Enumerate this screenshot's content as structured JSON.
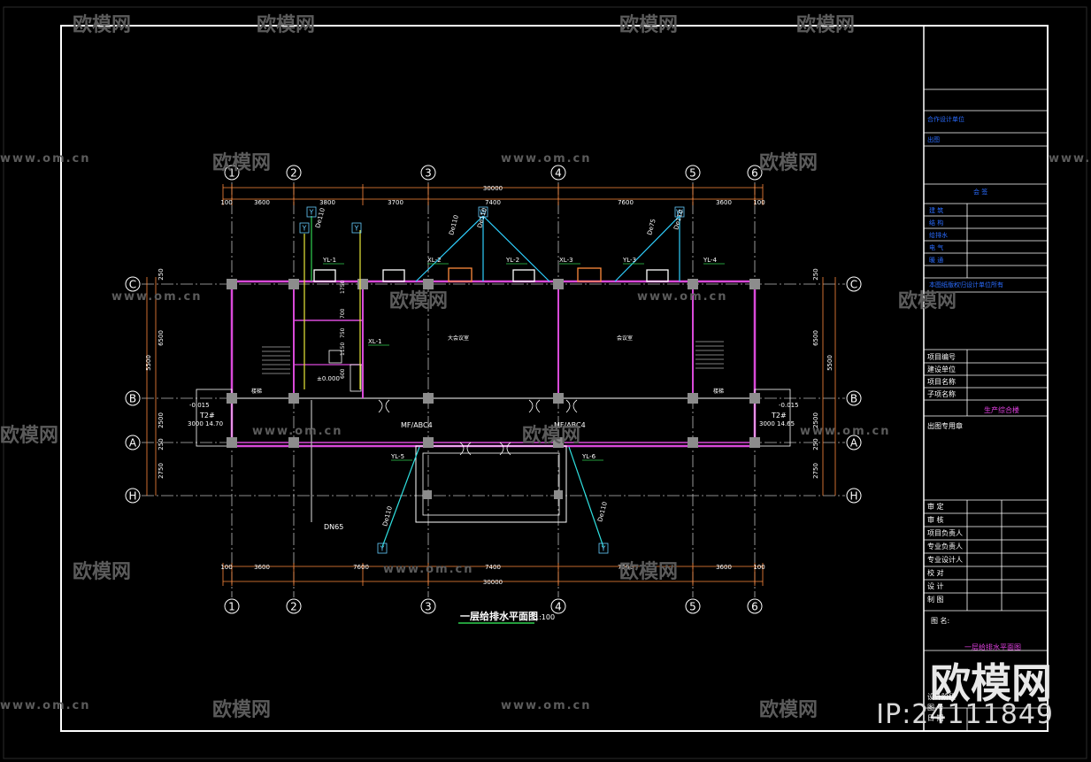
{
  "watermark": {
    "brand": "欧模网",
    "url": "www.om.cn",
    "id_text": "IP:24111849"
  },
  "drawing": {
    "title": "一层给排水平面图",
    "scale": "1:100",
    "total_dim": "30000",
    "col_labels": [
      "1",
      "2",
      "3",
      "4",
      "5",
      "6"
    ],
    "row_labels": [
      "C",
      "B",
      "A",
      "H"
    ],
    "top_dims": [
      "100",
      "3600",
      "3800",
      "3700",
      "7400",
      "7600",
      "3600",
      "100"
    ],
    "bottom_dims": [
      "100",
      "3600",
      "7600",
      "7400",
      "7600",
      "3600",
      "100"
    ],
    "left_dims": [
      "250",
      "6500",
      "5500",
      "2500",
      "250",
      "2750"
    ],
    "right_dims": [
      "250",
      "6500",
      "5500",
      "2500",
      "250",
      "2750"
    ],
    "pipe_tags": [
      "YL-1",
      "XL-1",
      "XL-2",
      "YL-2",
      "XL-3",
      "YL-3",
      "YL-4",
      "YL-5",
      "YL-6"
    ],
    "pipe_letters": [
      "Y",
      "W",
      "W",
      "Y",
      "Y",
      "Y",
      "Y"
    ],
    "pipe_sizes": [
      "De110",
      "De75",
      "De110"
    ],
    "mf_labels": [
      "MF/ABC4",
      "MF/ABC4"
    ],
    "dn_label": "DN65",
    "elev_labels": [
      "-0.015",
      "-0.015",
      "±0.000"
    ],
    "side_labels": [
      "T2#",
      "T2#"
    ],
    "side_dims": [
      "3000 14.70",
      "3000 14.65"
    ],
    "dims_misc": [
      "1750",
      "700",
      "750",
      "1150",
      "600"
    ],
    "room_labels": [
      "大会议室",
      "会议室",
      "楼梯",
      "楼梯"
    ]
  },
  "title_block": {
    "rows_top": [
      "合作设计单位",
      "出图"
    ],
    "section_head": "会 签",
    "sign_rows": [
      "建 筑",
      "结 构",
      "给排水",
      "电 气",
      "暖 通"
    ],
    "blue_note": "本图纸版权归设计单位所有",
    "project_rows": [
      "项目编号",
      "建设单位",
      "项目名称",
      "子项名称"
    ],
    "project_value": "生产综合楼",
    "stamp_label": "出图专用章",
    "staff_rows": [
      "审 定",
      "审 核",
      "项目负责人",
      "专业负责人",
      "专业设计人",
      "校 对",
      "设 计",
      "制 图"
    ],
    "drawing_name_label": "图 名:",
    "drawing_name": "一层给排水平面图",
    "bottom_rows": [
      "设计阶段",
      "图 号",
      "日 期"
    ]
  }
}
